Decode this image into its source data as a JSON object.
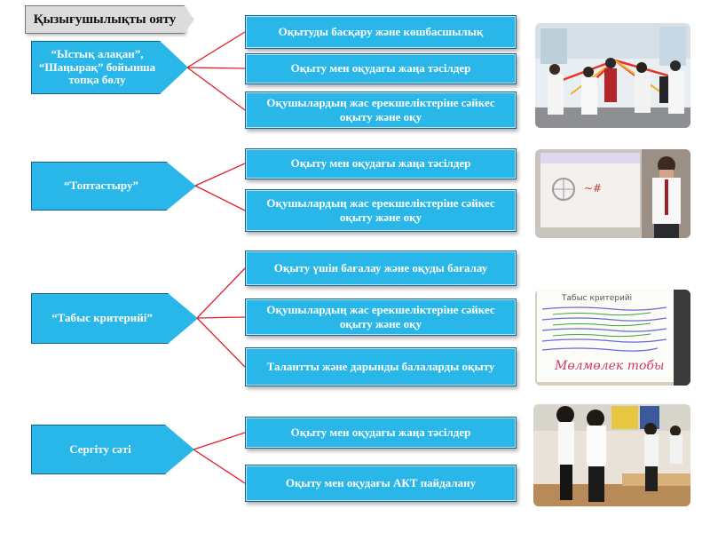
{
  "title": "Қызығушылықты ояту",
  "groups": [
    {
      "source": "“Ыстық алақан”, “Шаңырақ” бойынша топқа бөлу",
      "targets": [
        "Оқытуды басқару және көшбасшылық",
        "Оқыту мен оқудағы жаңа тәсілдер",
        "Оқушылардың жас ерекшеліктеріне сәйкес оқыту және оқу"
      ]
    },
    {
      "source": "“Топтастыру”",
      "targets": [
        "Оқыту мен оқудағы жаңа тәсілдер",
        "Оқушылардың жас ерекшеліктеріне сәйкес оқыту және оқу"
      ]
    },
    {
      "source": "“Табыс критерийі”",
      "targets": [
        "Оқыту үшін бағалау және оқуды бағалау",
        "Оқушылардың жас ерекшеліктеріне сәйкес оқыту және оқу",
        "Талантты және дарынды балаларды оқыту"
      ]
    },
    {
      "source": "Сергіту сәті",
      "targets": [
        "Оқыту мен оқудағы жаңа тәсілдер",
        "Оқыту мен оқудағы АКТ пайдалану"
      ]
    }
  ],
  "photos": {
    "whiteboard_heading": "Табыс критерийі",
    "whiteboard_bottom": "Мөлмөлек тобы"
  },
  "colors": {
    "box_fill": "#29b6e8",
    "connector": "#e0202a"
  }
}
